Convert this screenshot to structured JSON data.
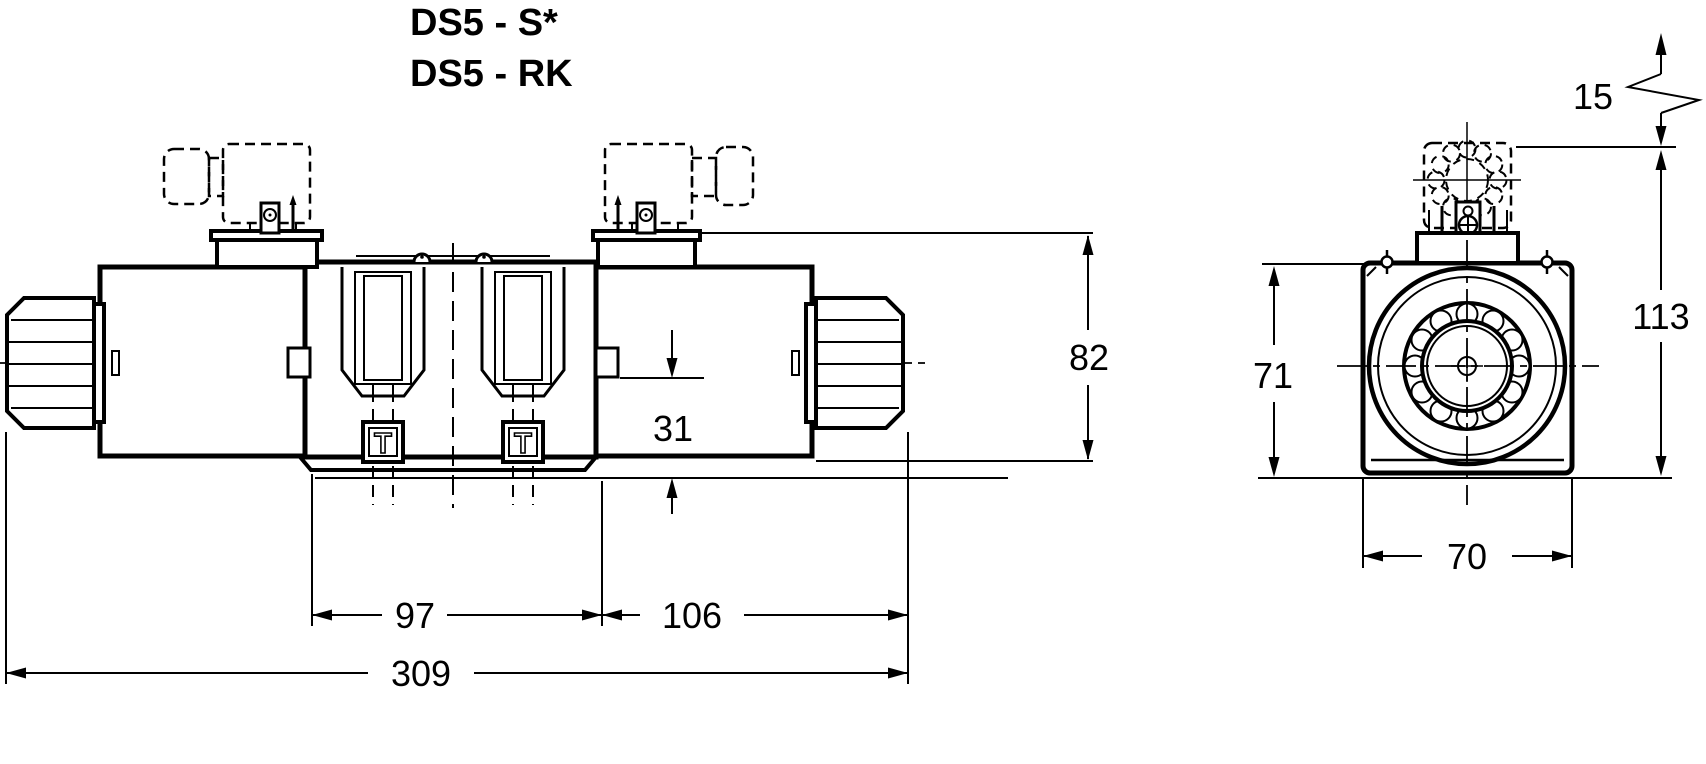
{
  "colors": {
    "ink": "#000000",
    "background": "#ffffff"
  },
  "title": {
    "line1": "DS5 - S*",
    "line2": "DS5 - RK"
  },
  "side_view": {
    "port_left": "T",
    "port_right": "T",
    "dims": {
      "height": "82",
      "center_to_base": "31",
      "body_length": "97",
      "tube_length": "106",
      "total_length": "309"
    }
  },
  "end_view": {
    "dims": {
      "connector_clearance": "15",
      "total_height": "113",
      "body_height": "71",
      "body_width": "70"
    }
  }
}
